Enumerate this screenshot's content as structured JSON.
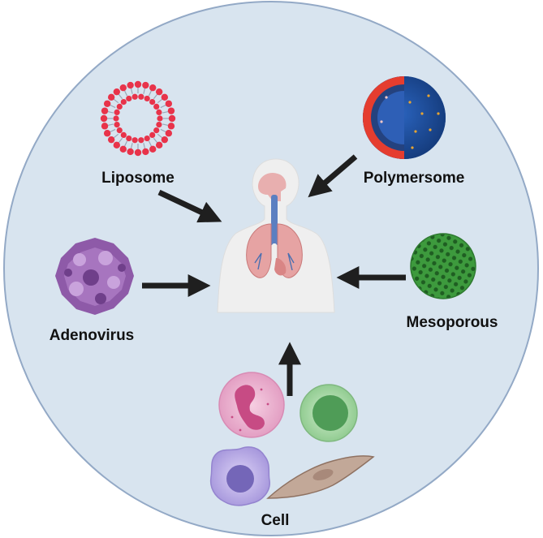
{
  "labels": {
    "liposome": "Liposome",
    "polymersome": "Polymersome",
    "adenovirus": "Adenovirus",
    "mesoporous": "Mesoporous",
    "cell": "Cell"
  },
  "colors": {
    "background_circle": "#d8e4ef",
    "circle_border": "#93a9c6",
    "arrow": "#1f1f1f",
    "liposome_head": "#e8334a",
    "polymersome_core": "#1f4fa0",
    "polymersome_shell": "#e53d2f",
    "adenovirus": "#8e5aa8",
    "mesoporous": "#3b8f3b",
    "lung": "#e6a3a3",
    "airway": "#5b7fc1",
    "neutrophil": "#e9a8cc",
    "lymphocyte": "#9fd19f",
    "macrophage": "#b7a9e2",
    "fibroblast": "#b89a85"
  },
  "icons": [
    "liposome-icon",
    "polymersome-icon",
    "adenovirus-icon",
    "mesoporous-icon",
    "human-lungs-icon",
    "neutrophil-icon",
    "lymphocyte-icon",
    "macrophage-icon",
    "fibroblast-icon"
  ]
}
